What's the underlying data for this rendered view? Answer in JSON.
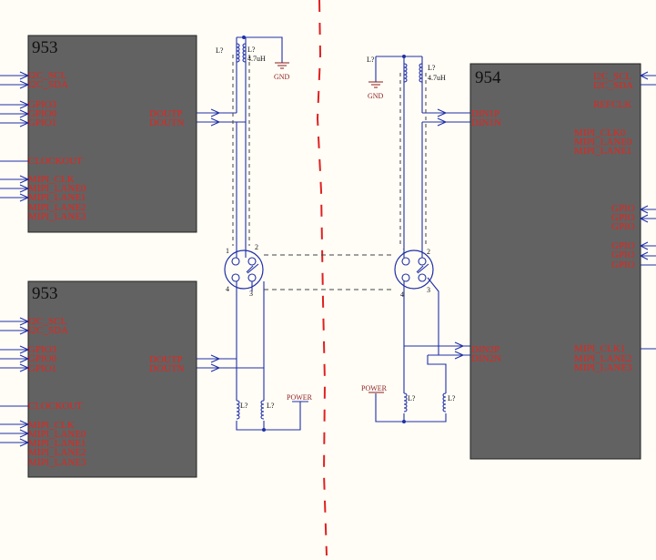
{
  "left_top_chip": {
    "title": "953",
    "pins": [
      "I2C_SCL",
      "I2C_SDA",
      "GPIO3",
      "GPIO0",
      "GPIO1",
      "CLOCKOUT",
      "MIPI_CLK",
      "MIPI_LANE0",
      "MIPI_LANE1",
      "MIPI_LANE2",
      "MIPI_LANE3"
    ],
    "out_pins": [
      "DOUTP",
      "DOUTN"
    ]
  },
  "left_bottom_chip": {
    "title": "953",
    "pins": [
      "I2C_SCL",
      "I2C_SDA",
      "GPIO3",
      "GPIO0",
      "GPIO1",
      "CLOCKOUT",
      "MIPI_CLK",
      "MIPI_LANE0",
      "MIPI_LANE1",
      "MIPI_LANE2",
      "MIPI_LANE3"
    ],
    "out_pins": [
      "DOUTP",
      "DOUTN"
    ]
  },
  "right_chip": {
    "title": "954",
    "right_pins": [
      "I2C_SCL",
      "I2C_SDA",
      "REFCLK",
      "MIPI_CLK0",
      "MIPI_LANE0",
      "MIPI_LANE1",
      "GPIO",
      "GPIO",
      "GPIO",
      "GPIO",
      "GPIO",
      "GPIO",
      "MIPI_CLK1",
      "MIPI_LANE2",
      "MIPI_LANE3"
    ],
    "in_pins": [
      "DIN1P",
      "DIN1N",
      "DIN2P",
      "DIN2N"
    ]
  },
  "components": {
    "inductor_ref": "L?",
    "inductor_value": "4.7uH",
    "gnd": "GND",
    "power": "POWER"
  },
  "connector_pins": [
    "1",
    "2",
    "3",
    "4"
  ],
  "colors": {
    "wire": "#1f2fa8",
    "pin_text": "#e8231c",
    "chip_fill": "#626262",
    "divider": "#e02020",
    "power_label": "#8a1c1c"
  }
}
